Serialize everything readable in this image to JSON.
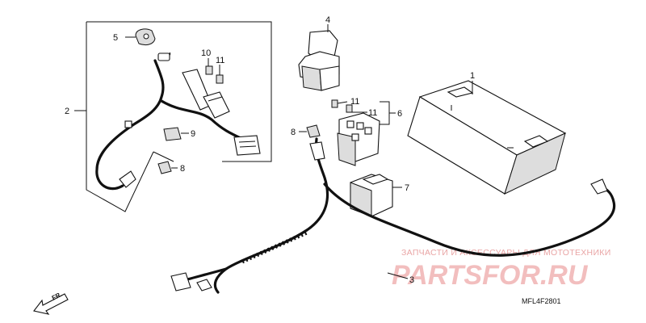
{
  "diagram": {
    "callouts": {
      "c1": "1",
      "c2": "2",
      "c3": "3",
      "c4": "4",
      "c5": "5",
      "c6": "6",
      "c7": "7",
      "c8a": "8",
      "c8b": "8",
      "c9": "9",
      "c10": "10",
      "c11a": "11",
      "c11b": "11",
      "c11c": "11"
    },
    "front_indicator": "FR.",
    "drawing_code": "MFL4F2801"
  },
  "watermark": {
    "subtitle": "ЗАПЧАСТИ И АКСЕССУАРЫ ДЛЯ МОТОТЕХНИКИ",
    "brand": "PARTSFOR.RU"
  },
  "colors": {
    "line": "#111111",
    "watermark": "#f1b8b8"
  }
}
